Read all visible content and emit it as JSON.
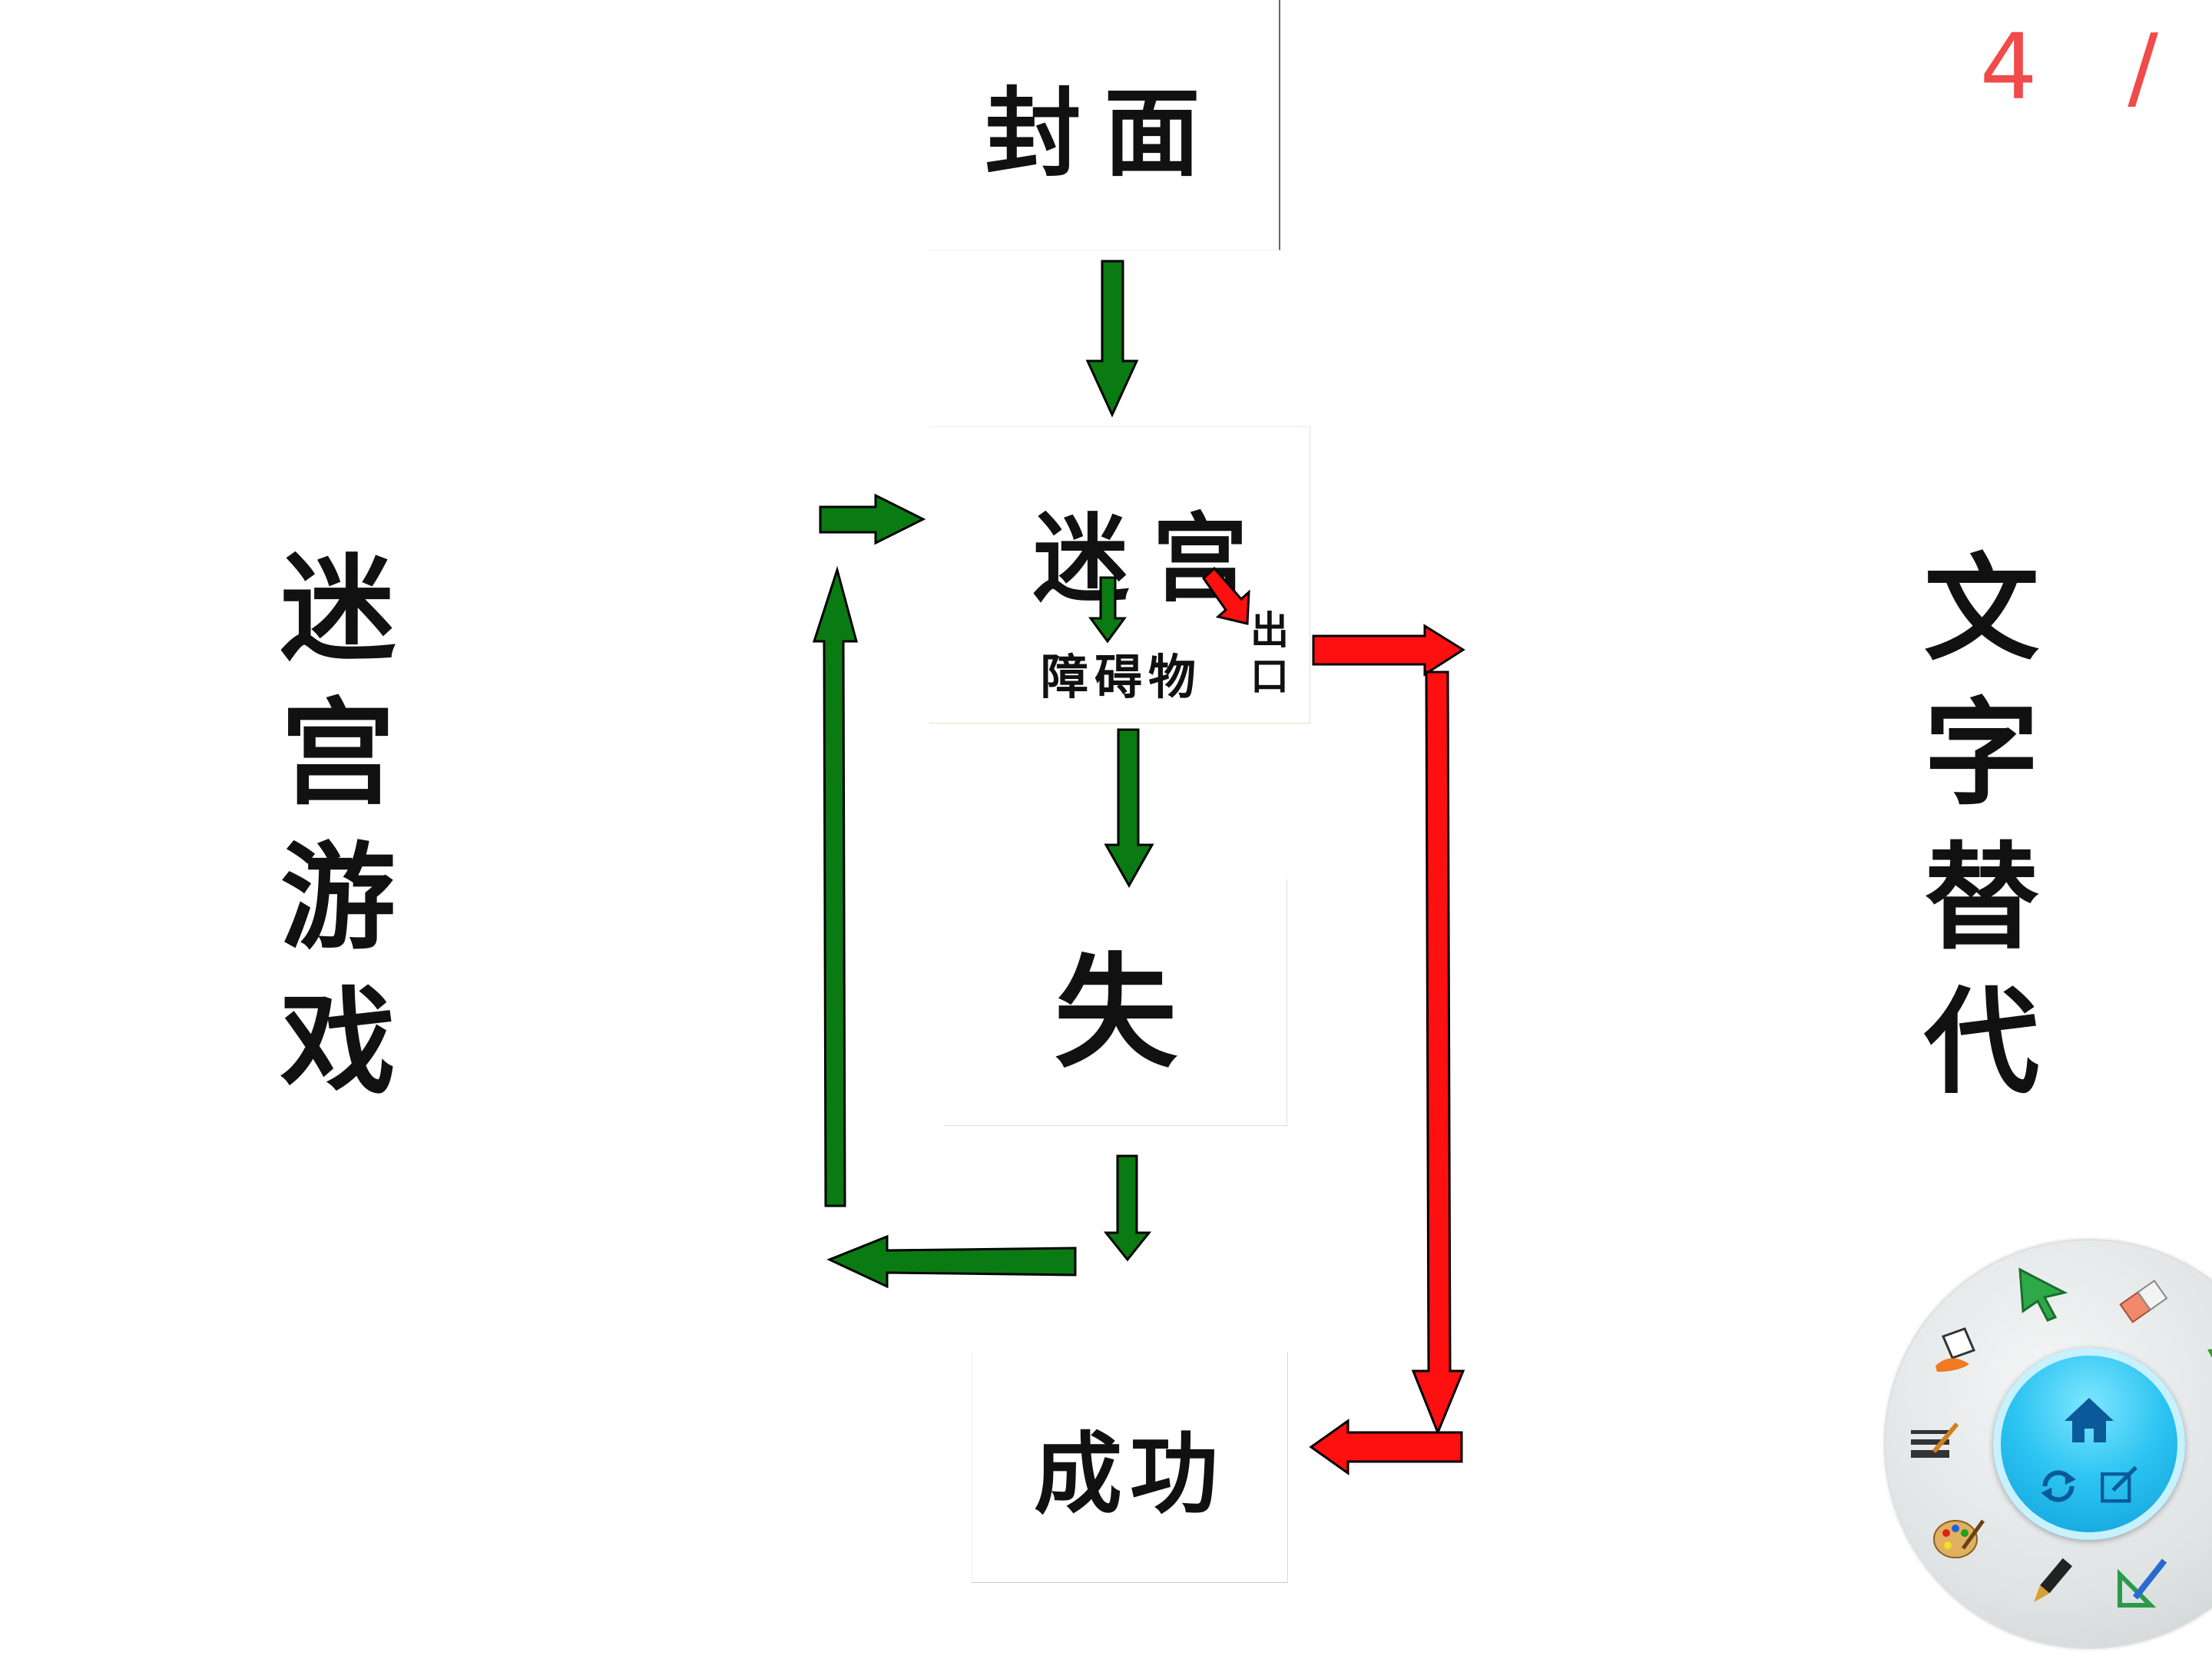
{
  "slide": {
    "page_counter": "4 /",
    "left_title": [
      "迷",
      "宫",
      "游",
      "戏"
    ],
    "right_title": [
      "文",
      "字",
      "替",
      "代"
    ]
  },
  "cards": {
    "cover": "封面",
    "maze": "迷宫",
    "obstacle": "障碍物",
    "exit_line1": "出",
    "exit_line2": "口",
    "fail": "失",
    "success": "成功"
  },
  "colors": {
    "green_arrow": "#0a7a12",
    "red_arrow": "#ff1010",
    "counter": "#f04a4a"
  },
  "toolbar": {
    "icons": [
      "select-arrow-icon",
      "eraser-icon",
      "undo-icon",
      "fill-bucket-icon",
      "line-style-icon",
      "palette-icon",
      "pen-icon",
      "ruler-icon",
      "home-icon",
      "rotate-icon",
      "edit-icon"
    ]
  }
}
